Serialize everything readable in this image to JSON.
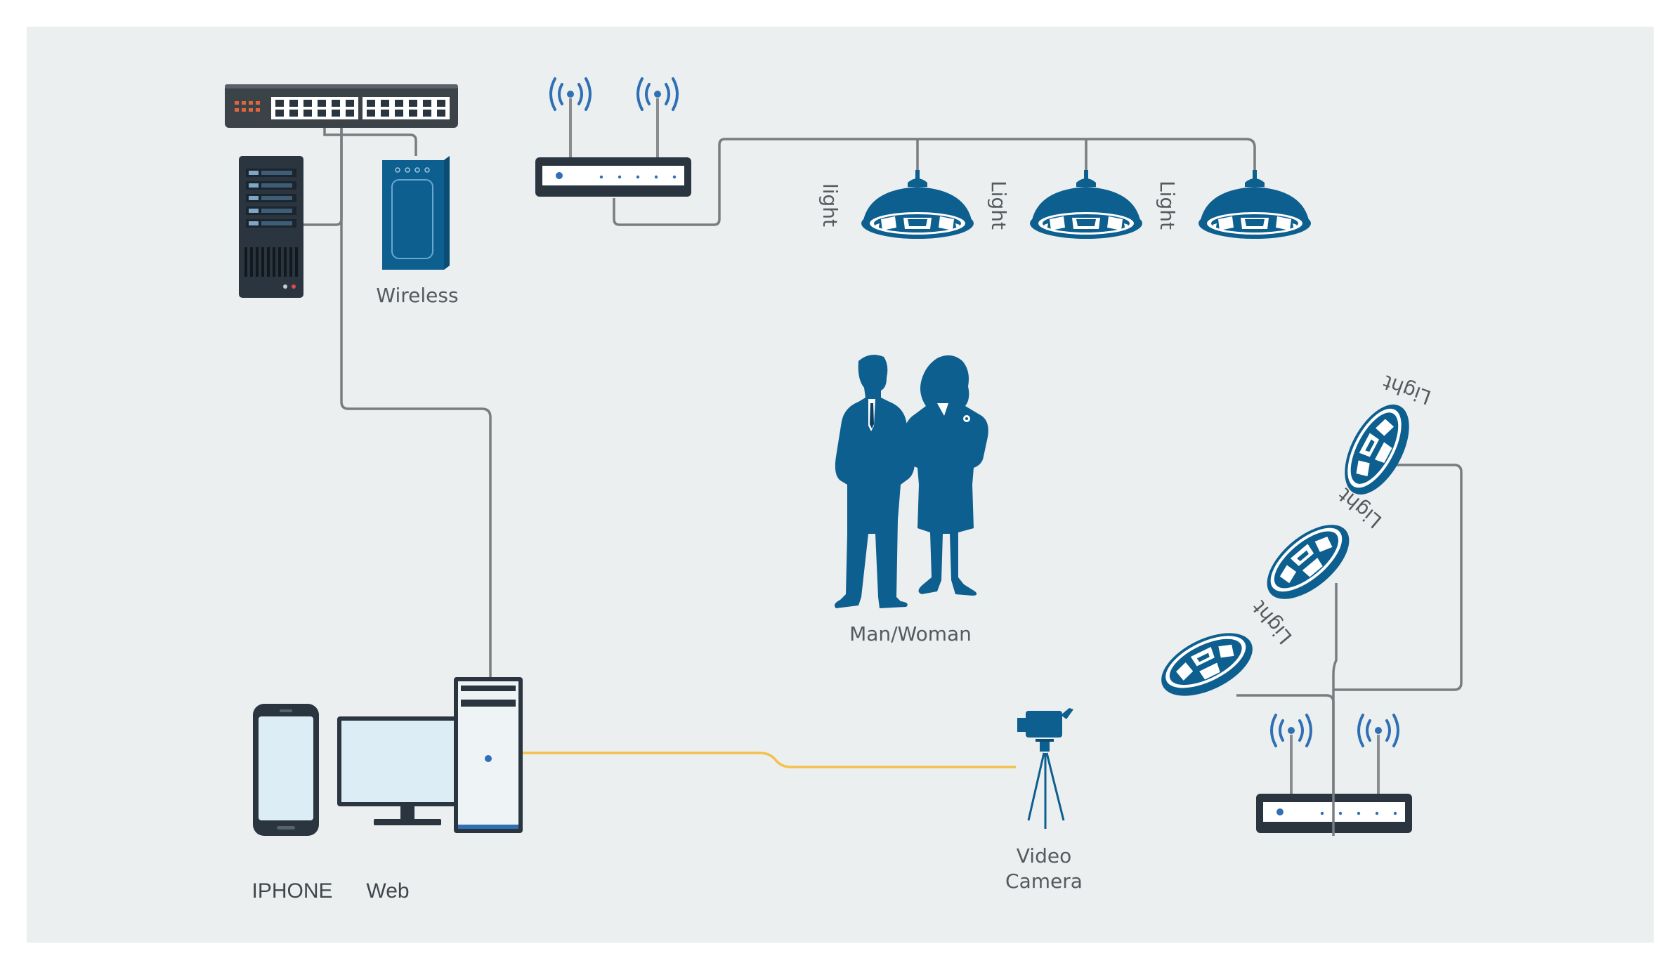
{
  "colors": {
    "background": "#ffffff",
    "panel": "#eceff0",
    "device_blue": "#0d5f8f",
    "device_dark": "#2a3540",
    "cable_gray": "#7a7d80",
    "cable_yellow": "#f2c14e",
    "screen": "#dcedf5",
    "signal_blue": "#2e6fb5"
  },
  "labels": {
    "wireless": "Wireless",
    "light_top_1": "light",
    "light_top_2": "Light",
    "light_top_3": "Light",
    "light_right_1": "Light",
    "light_right_2": "Light",
    "light_right_3": "Light",
    "people": "Man/Woman",
    "iphone": "IPHONE",
    "web": "Web",
    "camera_line1": "Video",
    "camera_line2": "Camera"
  },
  "icons": {
    "network_switch": "network-switch-icon",
    "server": "server-rack-icon",
    "wireless_ap": "wireless-access-point-icon",
    "router": "wifi-router-icon",
    "pendant_light": "pendant-light-icon",
    "spot_light": "spot-light-icon",
    "people": "man-woman-silhouette-icon",
    "phone": "smartphone-icon",
    "monitor": "desktop-monitor-icon",
    "tower": "pc-tower-icon",
    "camera": "video-camera-tripod-icon"
  }
}
